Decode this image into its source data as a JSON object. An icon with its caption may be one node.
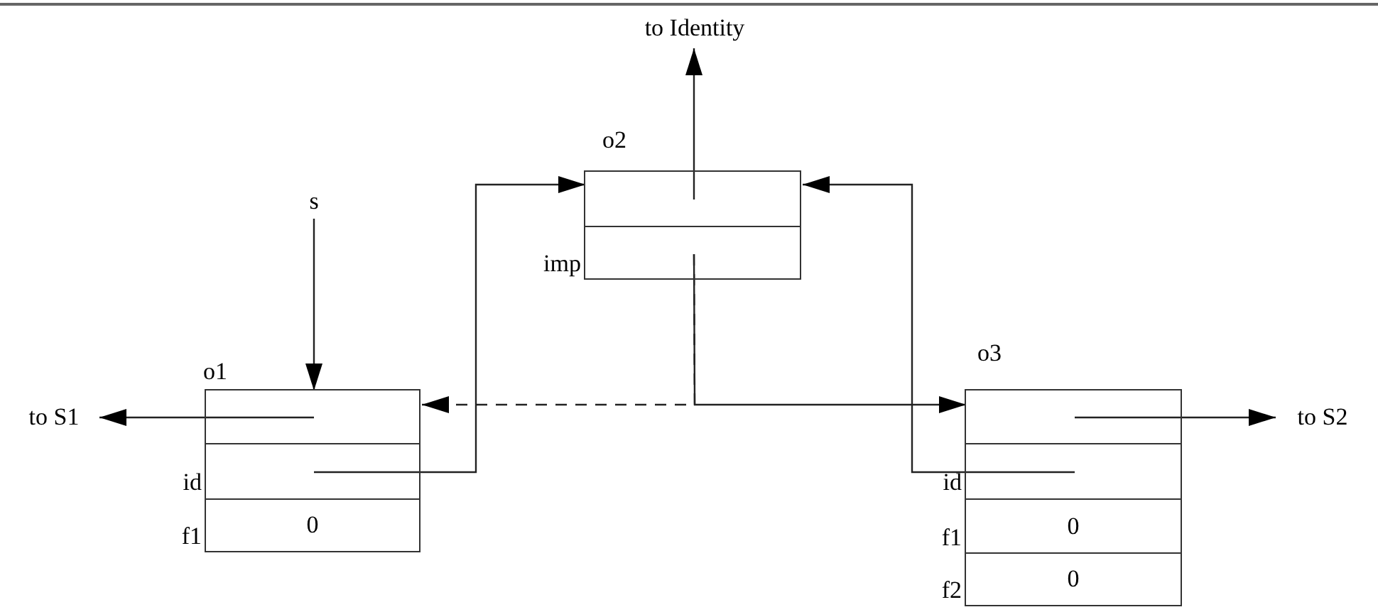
{
  "diagram": {
    "nodes": [
      {
        "text": [
          "o1"
        ]
      },
      {
        "text": [],
        "shape": "box",
        "in": 0
      },
      {
        "text": [],
        "shape": "box",
        "in": 0,
        "beside": [
          "id"
        ]
      },
      {
        "text": [
          "0"
        ],
        "in": 0,
        "beside": [
          "f1"
        ]
      },
      {
        "text": [
          "o2"
        ]
      },
      {
        "text": [],
        "shape": "box",
        "in": 4
      },
      {
        "text": [],
        "shape": "box",
        "in": 4,
        "beside": [
          "imp"
        ]
      },
      {
        "text": [
          "o3"
        ]
      },
      {
        "text": [],
        "shape": "box",
        "in": 7
      },
      {
        "text": [],
        "shape": "box",
        "in": 7,
        "beside": [
          "id"
        ]
      },
      {
        "text": [
          "0"
        ],
        "in": 7,
        "beside": [
          "f1"
        ]
      },
      {
        "text": [
          "0"
        ],
        "in": 7,
        "beside": [
          "f2"
        ]
      },
      {
        "text": [
          "s"
        ]
      },
      {
        "text": [
          "to S1"
        ]
      },
      {
        "text": [
          "to Identity"
        ]
      },
      {
        "text": [
          "to S2"
        ]
      }
    ],
    "edges": [
      {
        "from": 12,
        "to": 1,
        "arrow": "to"
      },
      {
        "from": 1,
        "to": 13,
        "arrow": "to"
      },
      {
        "from": 2,
        "to": 4,
        "arrow": "to"
      },
      {
        "from": 9,
        "to": 4,
        "arrow": "to"
      },
      {
        "from": 5,
        "to": 14,
        "arrow": "to"
      },
      {
        "from": 6,
        "to": 7,
        "arrow": "to"
      },
      {
        "from": 6,
        "to": 0,
        "arrow": "to",
        "style": "dashed"
      },
      {
        "from": 8,
        "to": 15,
        "arrow": "to"
      }
    ]
  }
}
